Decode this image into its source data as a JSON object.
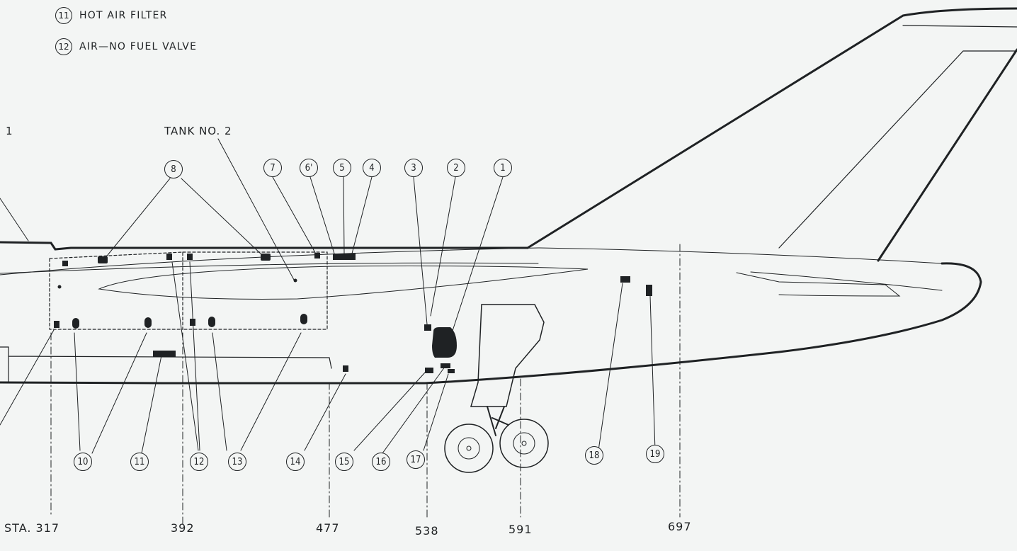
{
  "legend": [
    {
      "num": "11",
      "label": "HOT AIR FILTER"
    },
    {
      "num": "12",
      "label": "AIR—NO FUEL VALVE"
    }
  ],
  "tank_label": "TANK NO. 2",
  "partial_label": "1",
  "callouts_top": [
    "8",
    "7",
    "6'",
    "5",
    "4",
    "3",
    "2",
    "1"
  ],
  "callouts_bottom": [
    "10",
    "11",
    "12",
    "13",
    "14",
    "15",
    "16",
    "17",
    "18",
    "19"
  ],
  "stations": {
    "s317": "STA. 317",
    "s392": "392",
    "s477": "477",
    "s538": "538",
    "s591": "591",
    "s697": "697"
  }
}
